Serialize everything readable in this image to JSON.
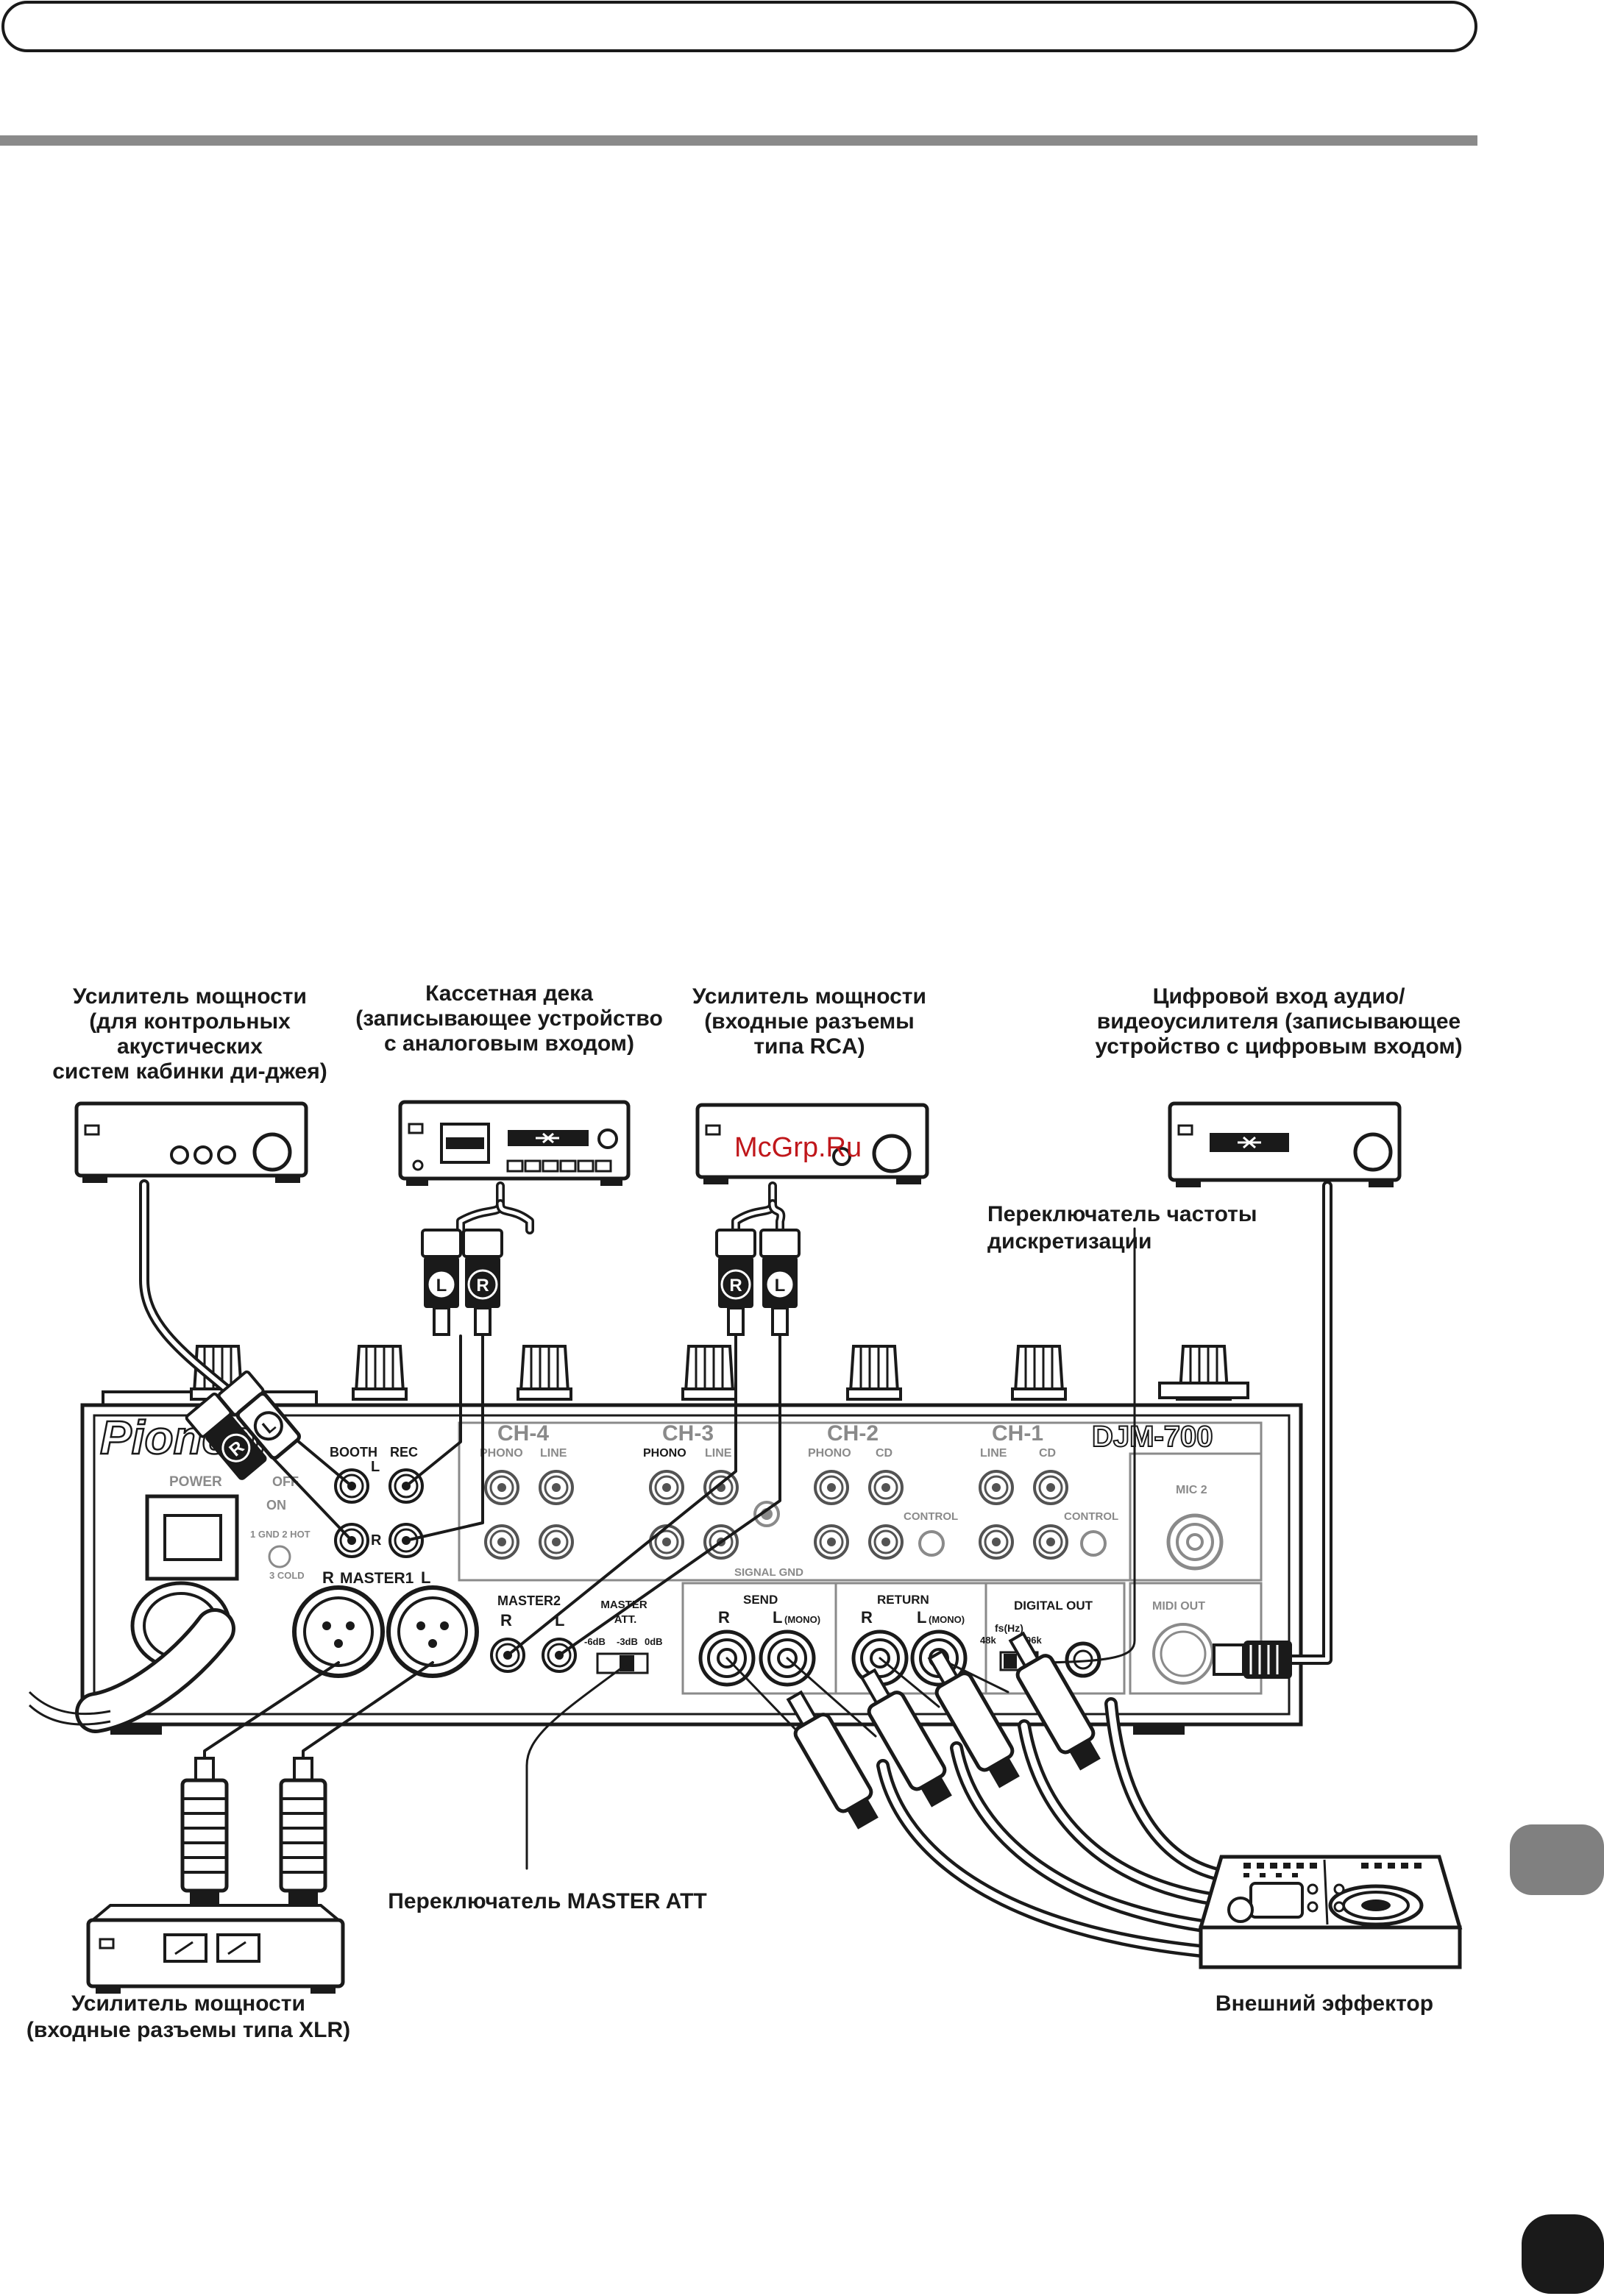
{
  "labels": {
    "booth_amp": [
      "Усилитель мощности",
      "(для контрольных",
      "акустических",
      "систем кабинки ди-джея)"
    ],
    "cassette": [
      "Кассетная дека",
      "(записывающее устройство",
      "с аналоговым входом)"
    ],
    "rca_amp": [
      "Усилитель мощности",
      "(входные разъемы",
      "типа RCA)"
    ],
    "digital_in": [
      "Цифровой вход аудио/",
      "видеоусилителя (записывающее",
      "устройство с цифровым входом)"
    ],
    "fs_switch": [
      "Переключатель частоты",
      "дискретизации"
    ],
    "master_att": "Переключатель MASTER ATT",
    "xlr_amp": [
      "Усилитель мощности",
      "(входные разъемы типа XLR)"
    ],
    "effector": "Внешний эффектор"
  },
  "watermark": "McGrp.Ru",
  "panel": {
    "brand": "Pioneer",
    "model": "DJM-700",
    "power": "POWER",
    "off": "OFF",
    "on": "ON",
    "gnd_hot": "1 GND 2 HOT",
    "cold": "3 COLD",
    "booth": "BOOTH",
    "rec": "REC",
    "master1": "MASTER1",
    "master2": "MASTER2",
    "master_att": [
      "MASTER",
      "ATT."
    ],
    "att_values": [
      "-6dB",
      "-3dB",
      "0dB"
    ],
    "ch4": "CH-4",
    "ch3": "CH-3",
    "ch2": "CH-2",
    "ch1": "CH-1",
    "phono": "PHONO",
    "line": "LINE",
    "cd": "CD",
    "control": "CONTROL",
    "signal_gnd": "SIGNAL GND",
    "mic2": "MIC 2",
    "send": "SEND",
    "return": "RETURN",
    "mono": "(MONO)",
    "digital_out": "DIGITAL OUT",
    "fs_hz": "fs(Hz)",
    "fs_48": "48k",
    "fs_96": "96k",
    "midi_out": "MIDI OUT",
    "L": "L",
    "R": "R"
  },
  "plugs": {
    "left": "L",
    "right": "R"
  },
  "colors": {
    "ink": "#1a1a1a",
    "rule": "#8a8a8a",
    "tab": "#808080",
    "watermark": "#c0171b"
  }
}
